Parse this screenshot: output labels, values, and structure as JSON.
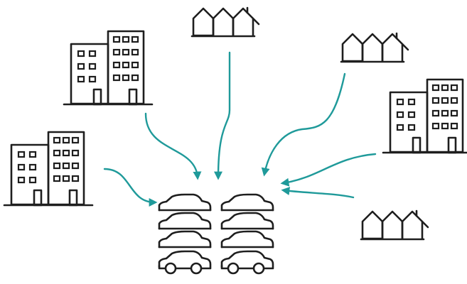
{
  "diagram": {
    "nodes": [
      {
        "icon": "apartment-buildings-icon"
      },
      {
        "icon": "apartment-buildings-icon"
      },
      {
        "icon": "apartment-buildings-icon"
      },
      {
        "icon": "row-houses-icon"
      },
      {
        "icon": "row-houses-icon"
      },
      {
        "icon": "row-houses-icon"
      },
      {
        "icon": "parked-cars-icon"
      }
    ],
    "edges": [
      {
        "from": 0,
        "to": 6
      },
      {
        "from": 1,
        "to": 6
      },
      {
        "from": 2,
        "to": 6
      },
      {
        "from": 3,
        "to": 6
      },
      {
        "from": 4,
        "to": 6
      },
      {
        "from": 5,
        "to": 6
      }
    ],
    "colors": {
      "arrow": "#1f9a9a",
      "icon": "#1e1e1e",
      "background": "#ffffff"
    }
  }
}
